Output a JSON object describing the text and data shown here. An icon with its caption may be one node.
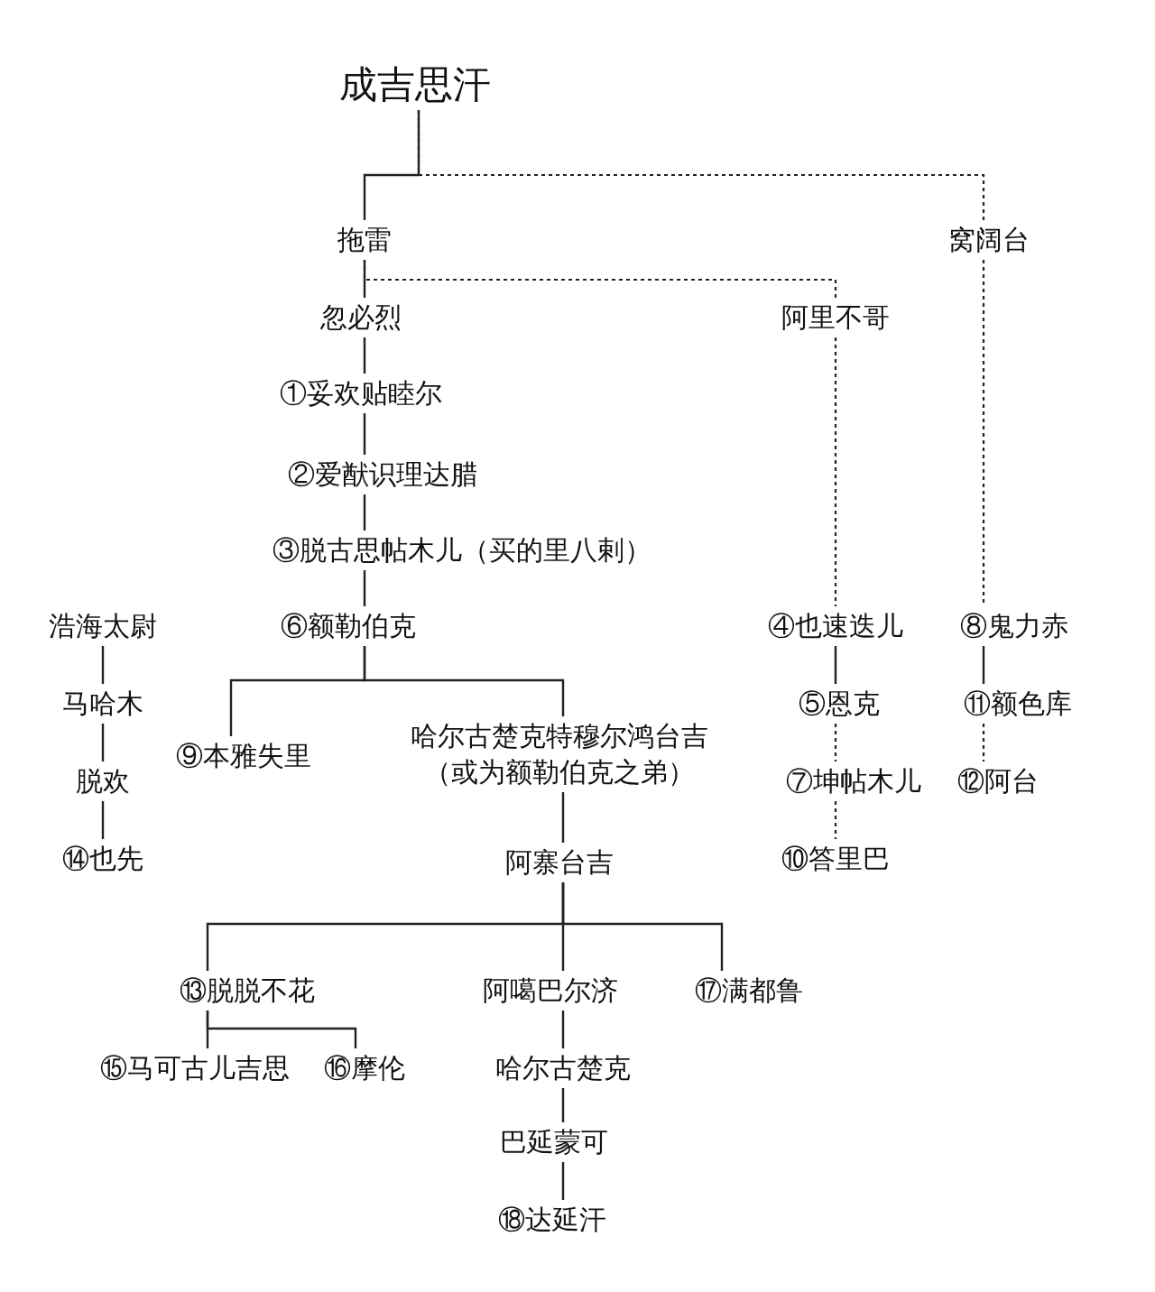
{
  "diagram": {
    "nodes": [
      {
        "text": [
          "成吉思汗"
        ]
      },
      {
        "text": [
          "拖雷"
        ]
      },
      {
        "text": [
          "窝阔台"
        ]
      },
      {
        "text": [
          "忽必烈"
        ]
      },
      {
        "text": [
          "阿里不哥"
        ]
      },
      {
        "text": [
          "①妥欢贴睦尔"
        ]
      },
      {
        "text": [
          "②爱猷识理达腊"
        ]
      },
      {
        "text": [
          "③脱古思帖木儿（买的里八剌）"
        ]
      },
      {
        "text": [
          "⑥额勒伯克"
        ]
      },
      {
        "text": [
          "⑨本雅失里"
        ]
      },
      {
        "text": [
          "哈尔古楚克特穆尔鸿台吉（或为额勒伯克之弟）"
        ]
      },
      {
        "text": [
          "阿寨台吉"
        ]
      },
      {
        "text": [
          "⑬脱脱不花"
        ]
      },
      {
        "text": [
          "阿噶巴尔济"
        ]
      },
      {
        "text": [
          "⑰满都鲁"
        ]
      },
      {
        "text": [
          "⑮马可古儿吉思"
        ]
      },
      {
        "text": [
          "⑯摩伦"
        ]
      },
      {
        "text": [
          "哈尔古楚克"
        ]
      },
      {
        "text": [
          "巴延蒙可"
        ]
      },
      {
        "text": [
          "⑱达延汗"
        ]
      },
      {
        "text": [
          "④也速迭儿"
        ]
      },
      {
        "text": [
          "⑤恩克"
        ]
      },
      {
        "text": [
          "⑦坤帖木儿"
        ]
      },
      {
        "text": [
          "⑩答里巴"
        ]
      },
      {
        "text": [
          "⑧鬼力赤"
        ]
      },
      {
        "text": [
          "⑪额色库"
        ]
      },
      {
        "text": [
          "⑫阿台"
        ]
      },
      {
        "text": [
          "浩海太尉"
        ]
      },
      {
        "text": [
          "马哈木"
        ]
      },
      {
        "text": [
          "脱欢"
        ]
      },
      {
        "text": [
          "⑭也先"
        ]
      }
    ],
    "edges": [
      {
        "from": 0,
        "to": 1,
        "arrow": "none"
      },
      {
        "from": 0,
        "to": 2,
        "arrow": "none",
        "style": "dashed"
      },
      {
        "from": 1,
        "to": 3,
        "arrow": "none"
      },
      {
        "from": 1,
        "to": 4,
        "arrow": "none",
        "style": "dashed"
      },
      {
        "from": 3,
        "to": 5,
        "arrow": "none"
      },
      {
        "from": 5,
        "to": 6,
        "arrow": "none"
      },
      {
        "from": 6,
        "to": 7,
        "arrow": "none"
      },
      {
        "from": 7,
        "to": 8,
        "arrow": "none"
      },
      {
        "from": 8,
        "to": 9,
        "arrow": "none"
      },
      {
        "from": 8,
        "to": 10,
        "arrow": "none"
      },
      {
        "from": 10,
        "to": 11,
        "arrow": "none"
      },
      {
        "from": 11,
        "to": 12,
        "arrow": "none"
      },
      {
        "from": 11,
        "to": 13,
        "arrow": "none"
      },
      {
        "from": 11,
        "to": 14,
        "arrow": "none"
      },
      {
        "from": 12,
        "to": 15,
        "arrow": "none"
      },
      {
        "from": 12,
        "to": 16,
        "arrow": "none"
      },
      {
        "from": 13,
        "to": 17,
        "arrow": "none"
      },
      {
        "from": 17,
        "to": 18,
        "arrow": "none"
      },
      {
        "from": 18,
        "to": 19,
        "arrow": "none"
      },
      {
        "from": 4,
        "to": 20,
        "arrow": "none",
        "style": "dashed"
      },
      {
        "from": 20,
        "to": 21,
        "arrow": "none"
      },
      {
        "from": 21,
        "to": 22,
        "arrow": "none",
        "style": "dashed"
      },
      {
        "from": 22,
        "to": 23,
        "arrow": "none",
        "style": "dashed"
      },
      {
        "from": 2,
        "to": 24,
        "arrow": "none",
        "style": "dashed"
      },
      {
        "from": 24,
        "to": 25,
        "arrow": "none"
      },
      {
        "from": 25,
        "to": 26,
        "arrow": "none",
        "style": "dashed"
      },
      {
        "from": 27,
        "to": 28,
        "arrow": "none"
      },
      {
        "from": 28,
        "to": 29,
        "arrow": "none"
      },
      {
        "from": 29,
        "to": 30,
        "arrow": "none"
      }
    ]
  }
}
